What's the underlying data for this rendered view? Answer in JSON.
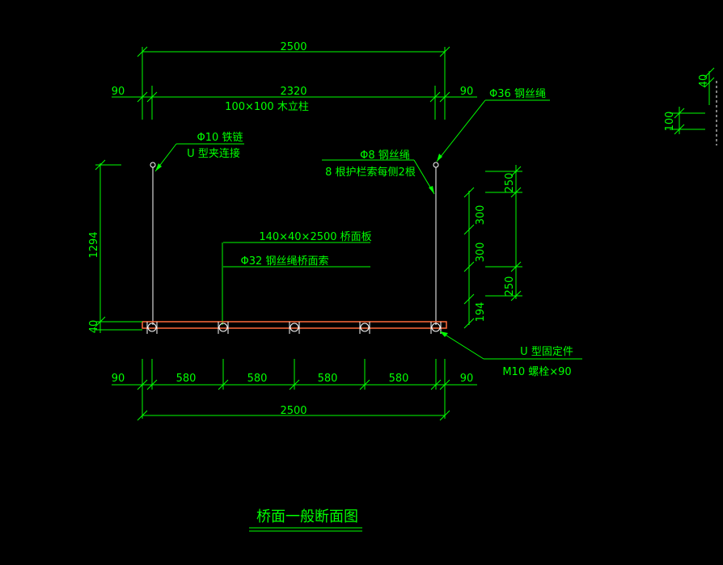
{
  "colors": {
    "background": "#000000",
    "line": "#00ff00",
    "member": "#ffffff",
    "deck": "#ff6a3a"
  },
  "title": "桥面一般断面图",
  "dims": {
    "top_total": "2500",
    "top_left": "90",
    "top_mid": "2320",
    "top_right": "90",
    "height_total": "1294",
    "height_bottom": "40",
    "right_250a": "250",
    "right_300a": "300",
    "right_300b": "300",
    "right_250b": "250",
    "right_194": "194",
    "bot_left": "90",
    "bot_s1": "580",
    "bot_s2": "580",
    "bot_s3": "580",
    "bot_s4": "580",
    "bot_right": "90",
    "bot_total": "2500",
    "detail_40": "40",
    "detail_100": "100"
  },
  "labels": {
    "post": "100×100 木立柱",
    "chain_line1": "Φ10 铁链",
    "chain_line2": "U 型夹连接",
    "rope36": "Φ36 钢丝绳",
    "rope8_line1": "Φ8 钢丝绳",
    "rope8_line2": "8 根护栏索每侧2根",
    "plank": "140×40×2500 桥面板",
    "cable32": "Φ32 钢丝绳桥面索",
    "ufix": "U 型固定件",
    "bolt": "M10 螺栓×90"
  }
}
